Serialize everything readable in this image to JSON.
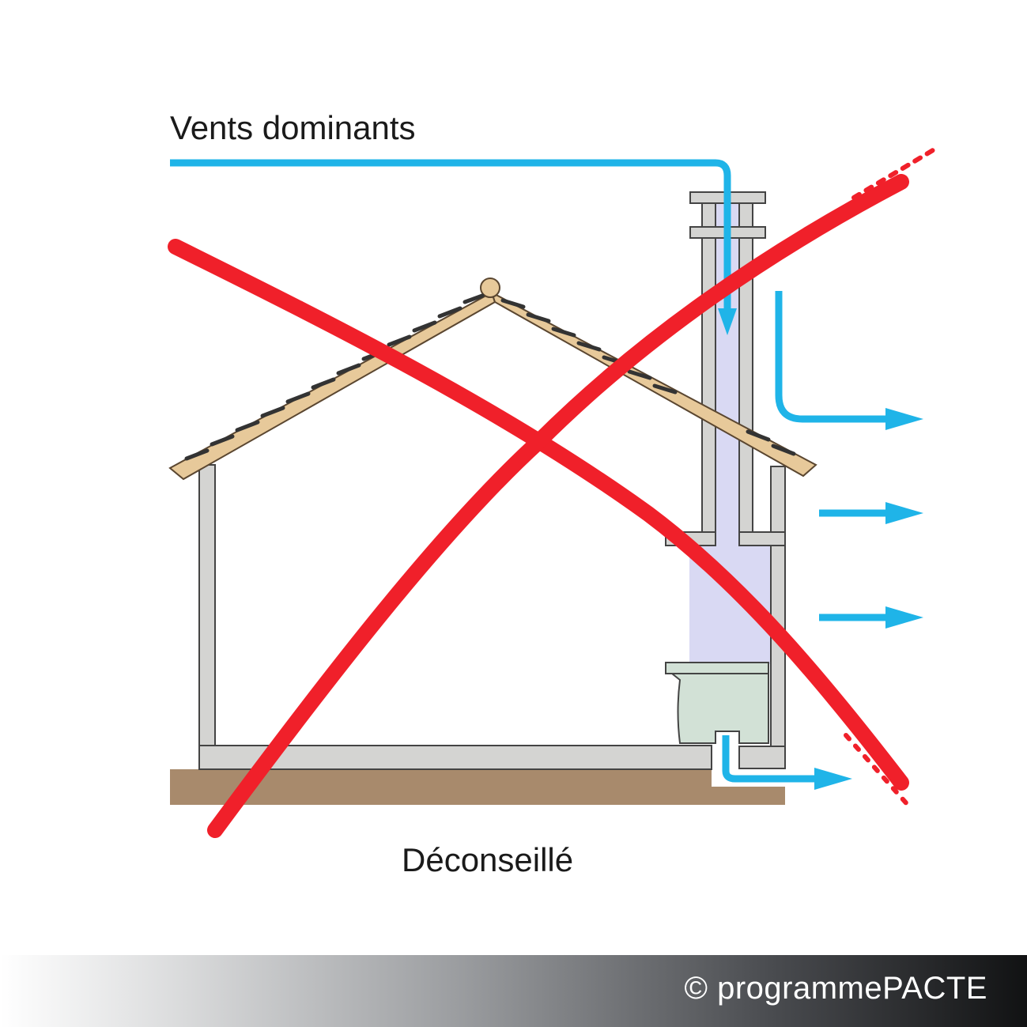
{
  "labels": {
    "wind": "Vents dominants",
    "caption": "Déconseillé"
  },
  "footer": {
    "copyright": "© programmePACTE"
  },
  "colors": {
    "airflow": "#1fb4e8",
    "cross": "#f0202a",
    "concrete": "#d4d4d2",
    "ground": "#a88a6c",
    "flue": "#d9d9f3",
    "stove": "#d2e1d6",
    "roof_timber": "#e7c99a"
  }
}
